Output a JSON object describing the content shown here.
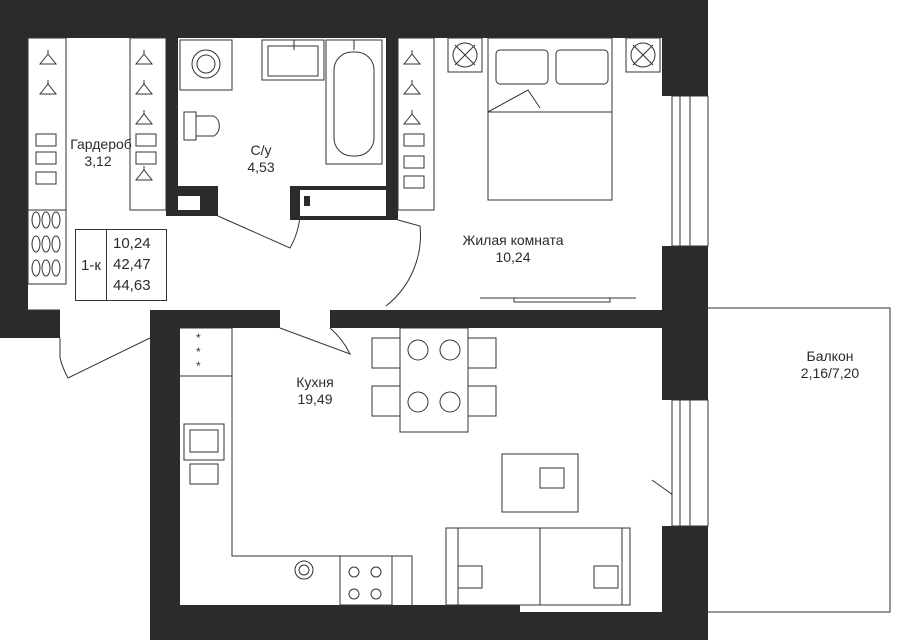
{
  "colors": {
    "wall": "#2b2b2b",
    "line": "#333333",
    "background": "#ffffff"
  },
  "summary": {
    "type_label": "1-к",
    "values": [
      "10,24",
      "42,47",
      "44,63"
    ]
  },
  "rooms": {
    "wardrobe": {
      "name": "Гардероб",
      "area": "3,12"
    },
    "bathroom": {
      "name": "С/у",
      "area": "4,53"
    },
    "living_room": {
      "name": "Жилая комната",
      "area": "10,24"
    },
    "kitchen": {
      "name": "Кухня",
      "area": "19,49"
    },
    "balcony": {
      "name": "Балкон",
      "area": "2,16/7,20"
    }
  },
  "icons": [
    "hanger-icon",
    "folded-clothes-icon",
    "shoes-icon",
    "washing-machine-icon",
    "toilet-icon",
    "sink-icon",
    "bathtub-icon",
    "double-bed-icon",
    "bedside-lamp-icon",
    "tv-icon",
    "dining-table-icon",
    "plate-icon",
    "chair-icon",
    "stove-icon",
    "kitchen-sink-icon",
    "dishwasher-icon",
    "sofa-icon",
    "coffee-table-icon",
    "book-icon"
  ]
}
